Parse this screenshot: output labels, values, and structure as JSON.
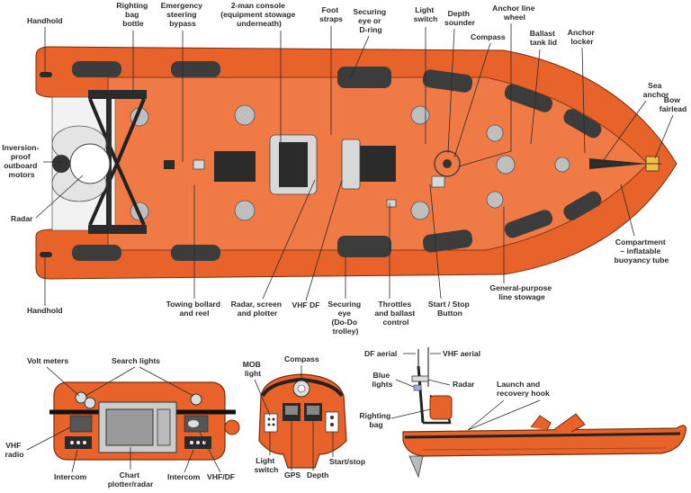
{
  "top_view_labels": {
    "handhold_top": "Handhold",
    "righting_bag_bottle": [
      "Righting",
      "bag",
      "bottle"
    ],
    "emergency_steering_bypass": [
      "Emergency",
      "steering",
      "bypass"
    ],
    "two_man_console": [
      "2-man console",
      "(equipment stowage",
      "underneath)"
    ],
    "foot_straps": [
      "Foot",
      "straps"
    ],
    "securing_eye_d_ring": [
      "Securing",
      "eye or",
      "D-ring"
    ],
    "light_switch": [
      "Light",
      "switch"
    ],
    "depth_sounder": [
      "Depth",
      "sounder"
    ],
    "compass": "Compass",
    "anchor_line_wheel": [
      "Anchor line",
      "wheel"
    ],
    "ballast_tank_lid": [
      "Ballast",
      "tank lid"
    ],
    "anchor_locker": [
      "Anchor",
      "locker"
    ],
    "sea_anchor": [
      "Sea",
      "anchor"
    ],
    "bow_fairlead": [
      "Bow",
      "fairlead"
    ],
    "inversion_proof_motors": [
      "Inversion-",
      "proof",
      "outboard",
      "motors"
    ],
    "radar": "Radar",
    "compartment": [
      "Compartment",
      "– inflatable",
      "buoyancy tube"
    ],
    "general_purpose_line": [
      "General-purpose",
      "line stowage"
    ],
    "handhold_bottom": "Handhold",
    "towing_bollard": [
      "Towing bollard",
      "and reel"
    ],
    "radar_screen_plotter": [
      "Radar, screen",
      "and plotter"
    ],
    "vhf_df": "VHF DF",
    "securing_eye_trolley": [
      "Securing",
      "eye",
      "(Do-Do",
      "trolley)"
    ],
    "throttles": [
      "Throttles",
      "and ballast",
      "control"
    ],
    "start_stop_button": [
      "Start / Stop",
      "Button"
    ]
  },
  "console_labels": {
    "volt_meters": "Volt meters",
    "search_lights": "Search lights",
    "vhf_radio": [
      "VHF",
      "radio"
    ],
    "intercom_left": "Intercom",
    "chart_plotter": [
      "Chart",
      "plotter/radar"
    ],
    "intercom_right": "Intercom",
    "vhf_df": "VHF/DF"
  },
  "helm_labels": {
    "mob_light": [
      "MOB",
      "light"
    ],
    "compass": "Compass",
    "light_switch": [
      "Light",
      "switch"
    ],
    "gps": "GPS",
    "depth": "Depth",
    "start_stop": "Start/stop"
  },
  "side_view_labels": {
    "df_aerial": "DF aerial",
    "vhf_aerial": "VHF aerial",
    "blue_lights": [
      "Blue",
      "lights"
    ],
    "radar": "Radar",
    "launch_recovery": [
      "Launch and",
      "recovery hook"
    ],
    "righting_bag": [
      "Righting",
      "bag"
    ]
  },
  "colors": {
    "tube_orange": "#e8632a",
    "deck_orange": "#f07a45",
    "pad_dark": "#3c3c3c",
    "metal_grey": "#d8d8d8",
    "line": "#2a2a2a"
  }
}
